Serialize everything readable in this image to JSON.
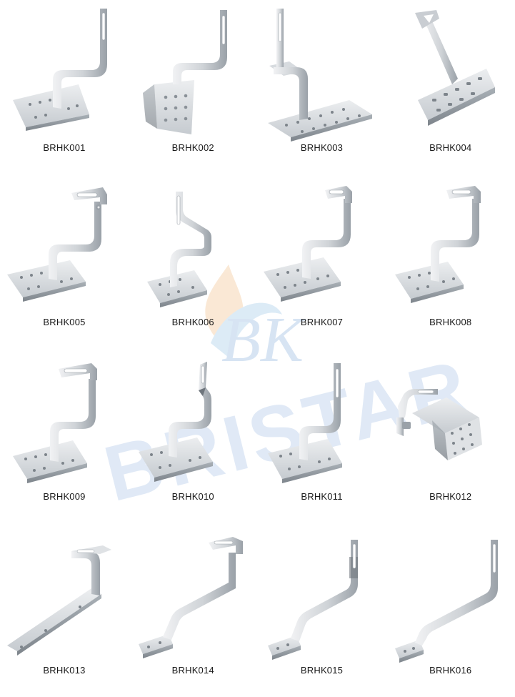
{
  "brand": {
    "watermark_text": "BRISTAR",
    "logo_letters": "BK"
  },
  "colors": {
    "metal_light": "#e6e8ea",
    "metal_mid": "#c2c7cc",
    "metal_dark": "#8e959c",
    "hole": "#7d848b",
    "watermark": "#a7c3e6"
  },
  "products": [
    {
      "code": "BRHK001",
      "icon": "roof-hook-icon"
    },
    {
      "code": "BRHK002",
      "icon": "roof-hook-icon"
    },
    {
      "code": "BRHK003",
      "icon": "roof-hook-icon"
    },
    {
      "code": "BRHK004",
      "icon": "roof-hook-icon"
    },
    {
      "code": "BRHK005",
      "icon": "roof-hook-icon"
    },
    {
      "code": "BRHK006",
      "icon": "roof-hook-icon"
    },
    {
      "code": "BRHK007",
      "icon": "roof-hook-icon"
    },
    {
      "code": "BRHK008",
      "icon": "roof-hook-icon"
    },
    {
      "code": "BRHK009",
      "icon": "roof-hook-icon"
    },
    {
      "code": "BRHK010",
      "icon": "roof-hook-icon"
    },
    {
      "code": "BRHK011",
      "icon": "roof-hook-icon"
    },
    {
      "code": "BRHK012",
      "icon": "roof-hook-icon"
    },
    {
      "code": "BRHK013",
      "icon": "roof-hook-icon"
    },
    {
      "code": "BRHK014",
      "icon": "roof-hook-icon"
    },
    {
      "code": "BRHK015",
      "icon": "roof-hook-icon"
    },
    {
      "code": "BRHK016",
      "icon": "roof-hook-icon"
    }
  ]
}
